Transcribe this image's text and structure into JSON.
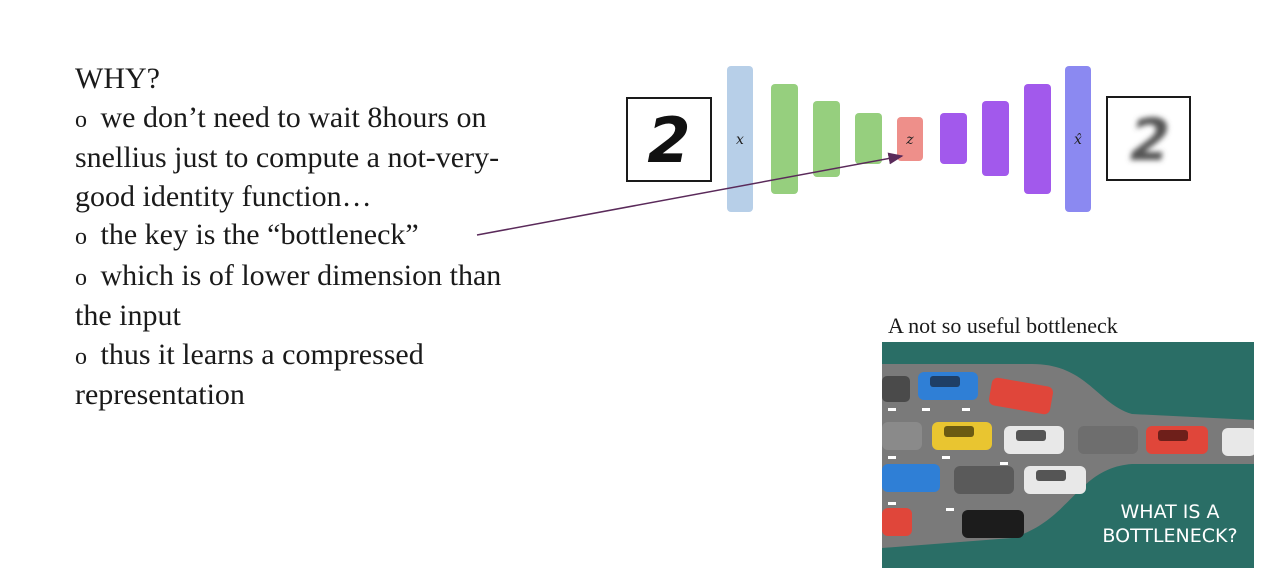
{
  "slide": {
    "heading": "WHY?",
    "bullet_symbol": "o",
    "lines": [
      "we don’t need to wait 8hours on",
      "snellius just to compute a not-very-",
      "good identity function…",
      "the key is the “bottleneck”",
      "which is of lower dimension than",
      "the input",
      "thus it learns a compressed",
      "representation"
    ]
  },
  "diagram": {
    "input_label": "x",
    "latent_label": "z",
    "output_label": "x̂",
    "input_digit": "2",
    "output_digit": "2",
    "colors": {
      "input_layer": "#b7cfe8",
      "encoder": "#96cf7e",
      "latent": "#ee8f8a",
      "decoder": "#a259ec",
      "output_layer": "#8b89f1",
      "arrow": "#5a2a5a"
    }
  },
  "image": {
    "caption": "A not so useful bottleneck",
    "sign_line1": "WHAT IS A",
    "sign_line2": "BOTTLENECK?",
    "colors": {
      "background": "#2a6e66",
      "road": "#7a7a7a"
    }
  }
}
